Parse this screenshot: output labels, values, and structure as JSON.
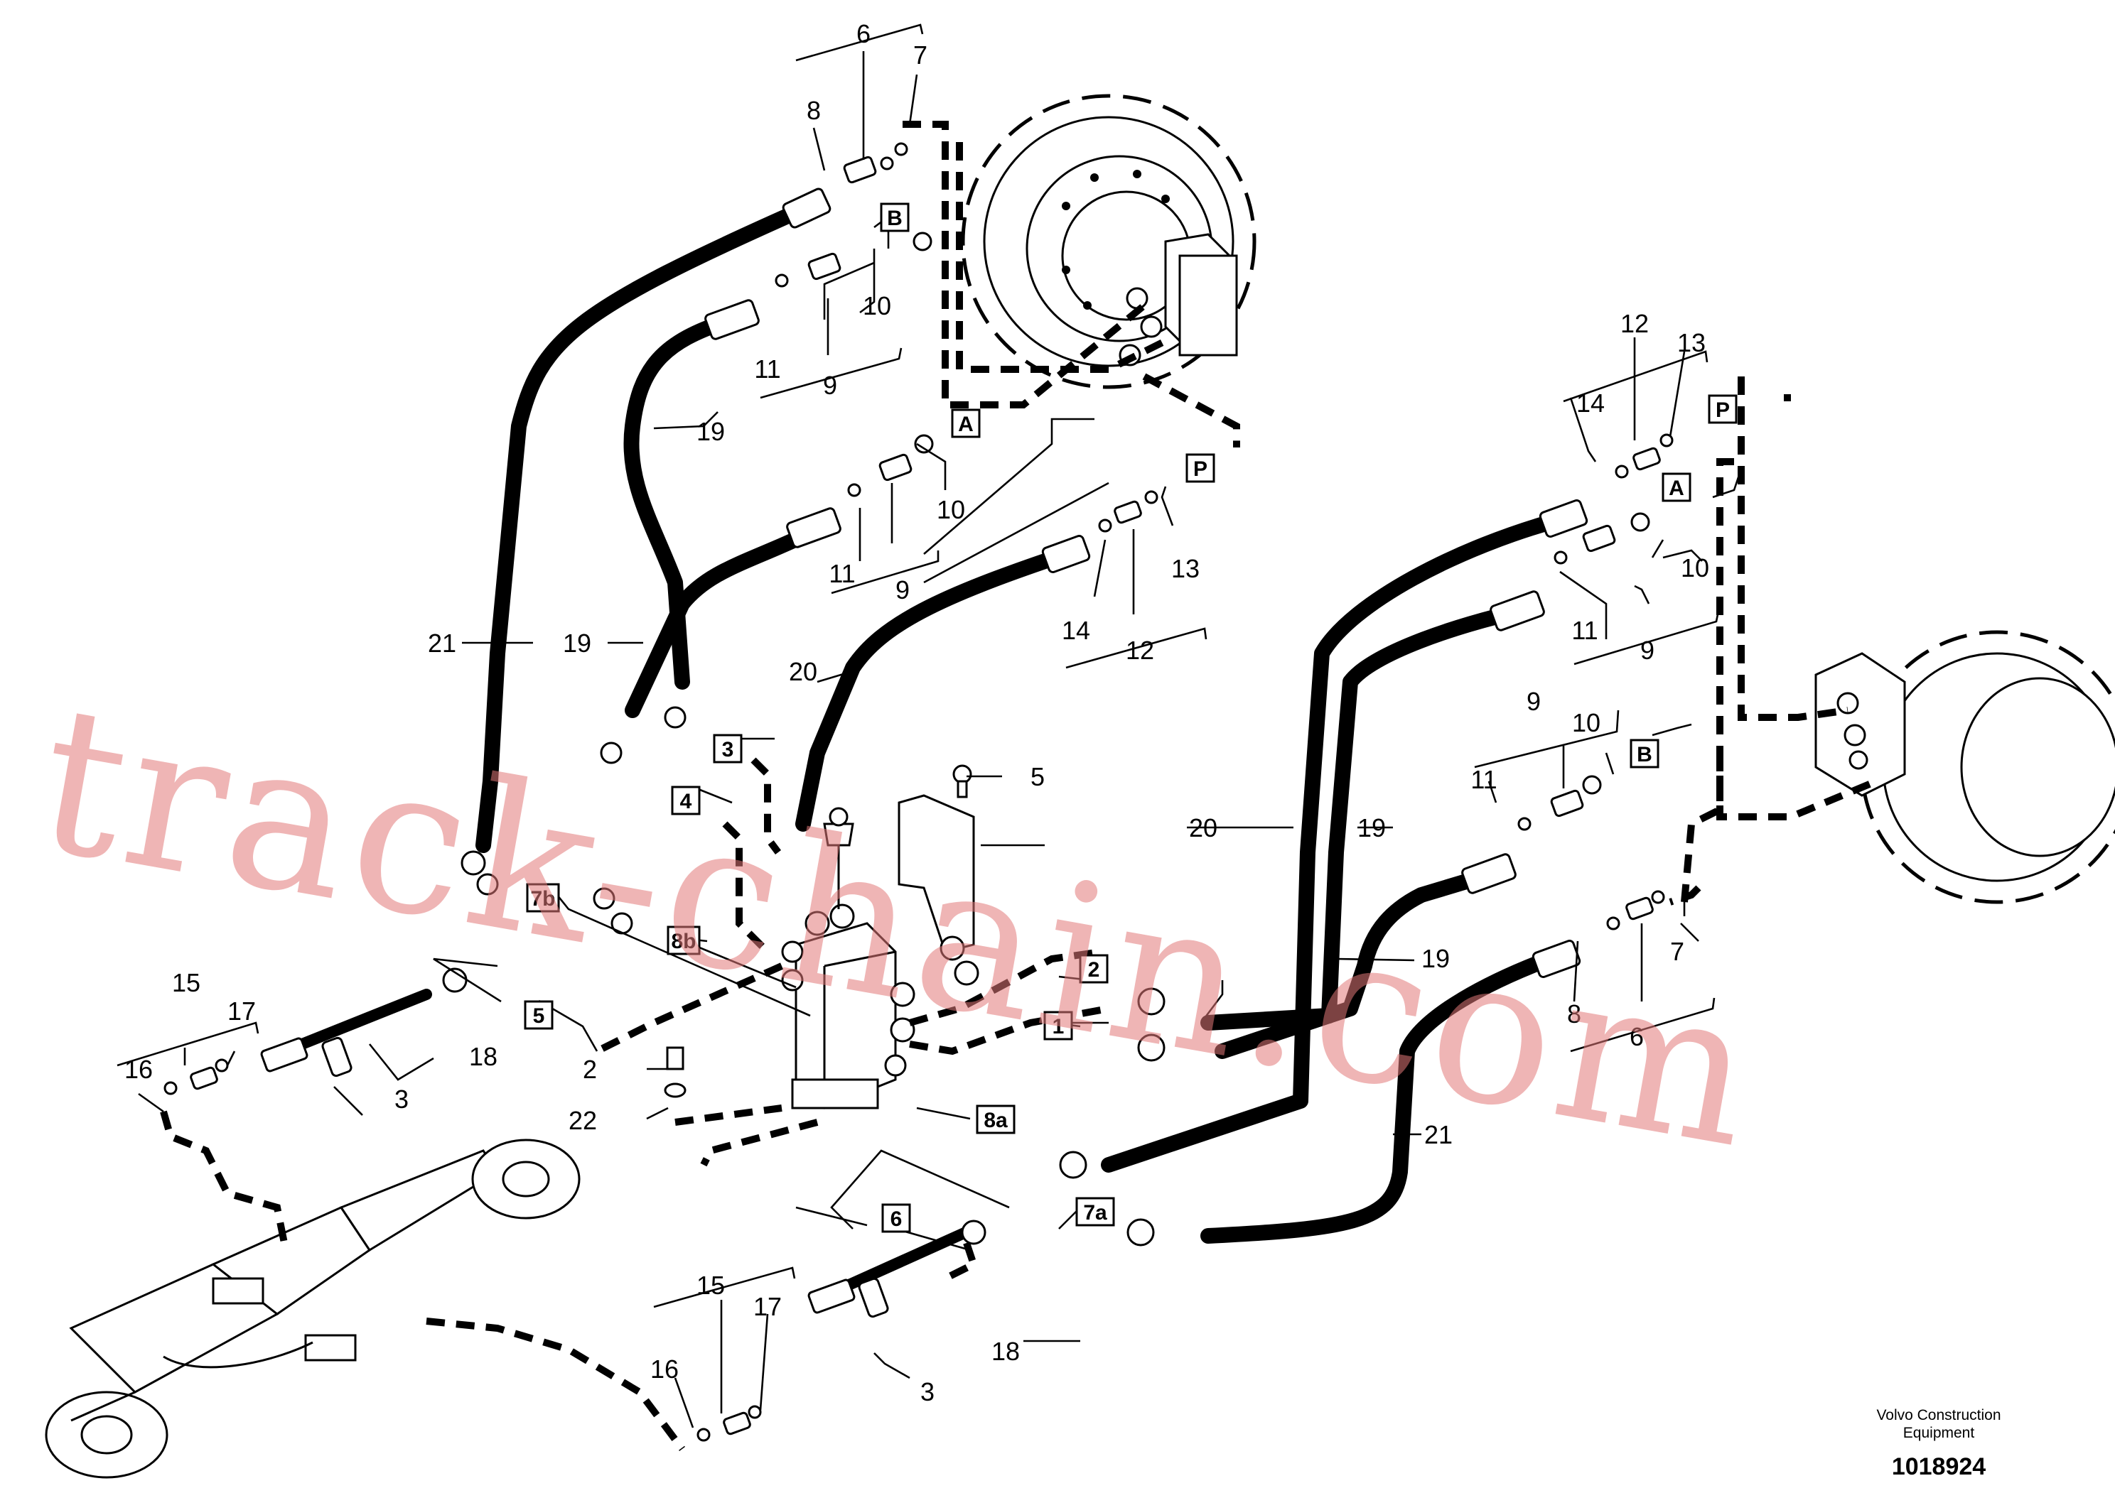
{
  "callouts": {
    "c6_top": "6",
    "c7_top": "7",
    "c8_top": "8",
    "cB_top": "B",
    "c10_a": "10",
    "c11_a": "11",
    "c9_a": "9",
    "cA_top": "A",
    "cP_top": "P",
    "c19_a": "19",
    "c10_b": "10",
    "c11_b": "11",
    "c9_b": "9",
    "c14_a": "14",
    "c12_a": "12",
    "c13_a": "13",
    "c21_a": "21",
    "c19_b": "19",
    "c20_a": "20",
    "c3_box": "3",
    "c4_box": "4",
    "c5_top": "5",
    "c7b_box": "7b",
    "c8b_box": "8b",
    "c15_a": "15",
    "c16_a": "16",
    "c17_a": "17",
    "c18_a": "18",
    "c3_a": "3",
    "c5_box": "5",
    "c2": "2",
    "c22": "22",
    "c8a_box": "8a",
    "c7a_box": "7a",
    "c6_box": "6",
    "c1_box": "1",
    "c2_box": "2",
    "c15_b": "15",
    "c16_b": "16",
    "c17_b": "17",
    "c18_b": "18",
    "c3_b": "3",
    "c12_b": "12",
    "c13_b": "13",
    "c14_b": "14",
    "cP_right": "P",
    "cA_right": "A",
    "c10_c": "10",
    "c11_c": "11",
    "c9_c": "9",
    "c9_d": "9",
    "c10_d": "10",
    "c11_d": "11",
    "cB_right": "B",
    "c20_b": "20",
    "c19_c": "19",
    "c19_d": "19",
    "c7_right": "7",
    "c8_right": "8",
    "c6_right": "6",
    "c21_b": "21"
  },
  "watermark": "track-chain.com",
  "footer": {
    "company_line1": "Volvo Construction",
    "company_line2": "Equipment",
    "document_number": "1018924"
  }
}
